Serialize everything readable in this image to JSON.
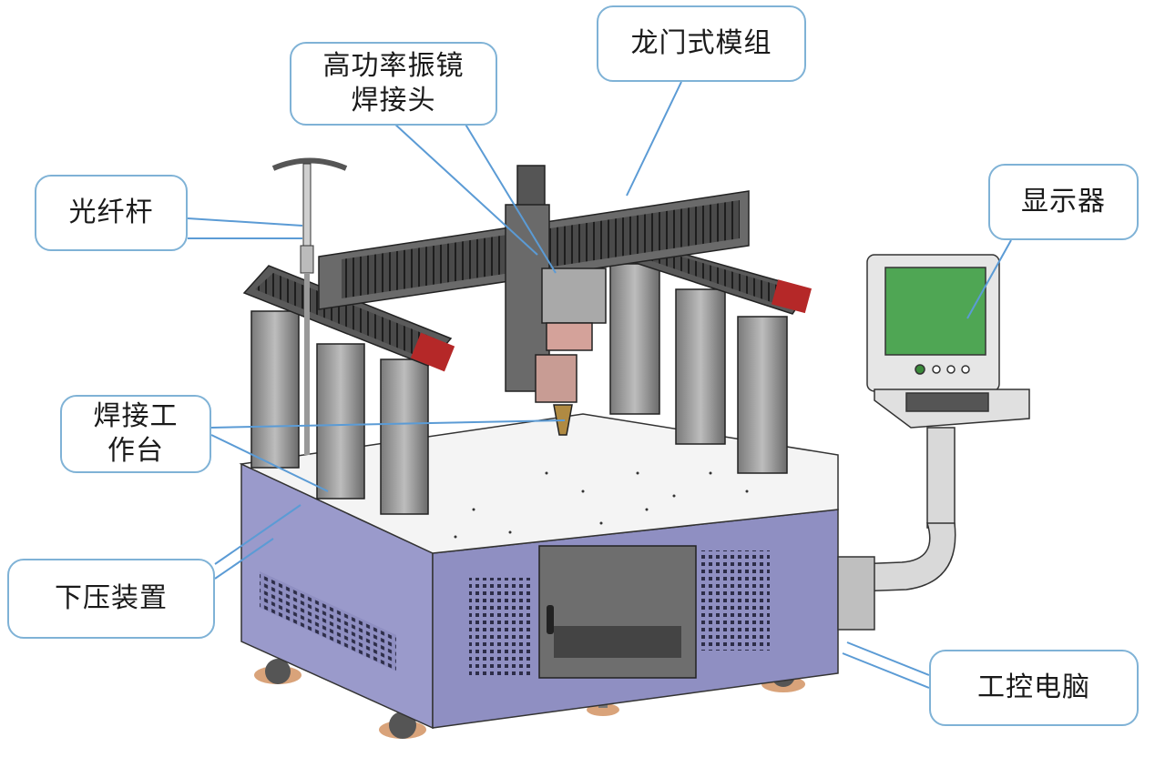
{
  "callouts": {
    "scanner_head": {
      "line1": "高功率振镜",
      "line2": "焊接头"
    },
    "gantry_module": {
      "text": "龙门式模组"
    },
    "fiber_rod": {
      "text": "光纤杆"
    },
    "display": {
      "text": "显示器"
    },
    "welding_table": {
      "line1": "焊接工",
      "line2": "作台"
    },
    "press_device": {
      "text": "下压装置"
    },
    "industrial_pc": {
      "text": "工控电脑"
    }
  },
  "colors": {
    "callout_border": "#7fb2d6",
    "leader_line": "#5b9bd5",
    "cabinet": "#8f8fc2",
    "gantry_beam": "#606060",
    "red_cap": "#b52828",
    "screen": "#4fa654"
  }
}
